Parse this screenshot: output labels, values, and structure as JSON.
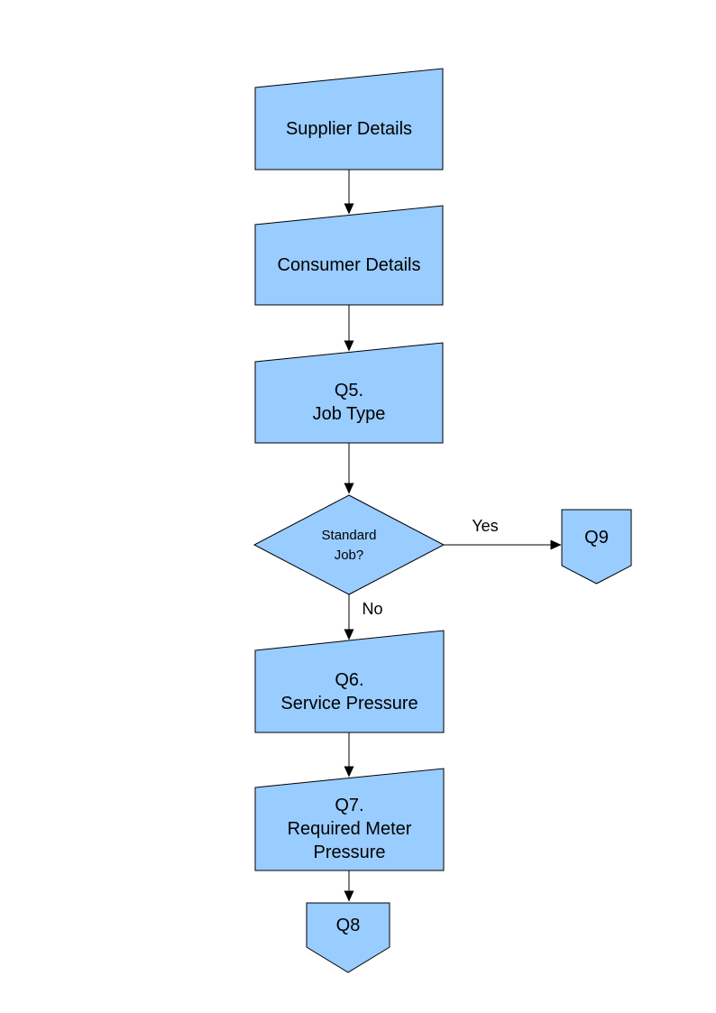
{
  "diagram": {
    "nodes": {
      "supplier": {
        "label": "Supplier Details",
        "shape": "manual-input"
      },
      "consumer": {
        "label": "Consumer Details",
        "shape": "manual-input"
      },
      "q5": {
        "label": "Q5.\nJob Type",
        "shape": "manual-input"
      },
      "standard_job": {
        "label": "Standard\nJob?",
        "shape": "decision"
      },
      "q9": {
        "label": "Q9",
        "shape": "off-page-connector"
      },
      "q6": {
        "label": "Q6.\nService Pressure",
        "shape": "manual-input"
      },
      "q7": {
        "label": "Q7.\nRequired Meter\nPressure",
        "shape": "manual-input"
      },
      "q8": {
        "label": "Q8",
        "shape": "off-page-connector"
      }
    },
    "edge_labels": {
      "yes": "Yes",
      "no": "No"
    },
    "colors": {
      "node_fill": "#99CCFF",
      "node_stroke": "#000000",
      "arrow": "#000000",
      "text": "#000000",
      "background": "#FFFFFF"
    }
  }
}
